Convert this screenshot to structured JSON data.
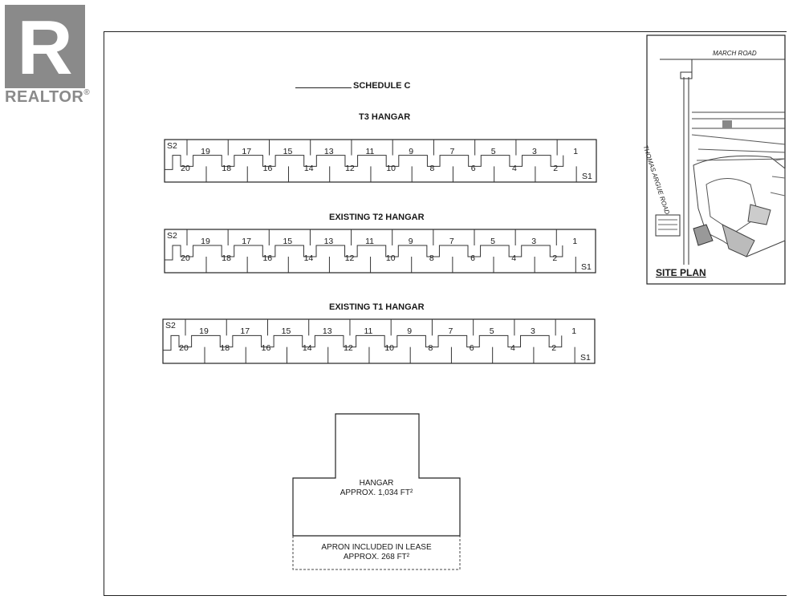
{
  "branding": {
    "logo_letter": "R",
    "name": "REALTOR",
    "mark": "®"
  },
  "schedule": {
    "title": "SCHEDULE C"
  },
  "hangars": [
    {
      "title": "T3 HANGAR",
      "top_units": [
        "19",
        "17",
        "15",
        "13",
        "11",
        "9",
        "7",
        "5",
        "3",
        "1"
      ],
      "bottom_units": [
        "20",
        "18",
        "16",
        "14",
        "12",
        "10",
        "8",
        "6",
        "4",
        "2"
      ],
      "storage_left": "S2",
      "storage_right": "S1"
    },
    {
      "title": "EXISTING T2 HANGAR",
      "top_units": [
        "19",
        "17",
        "15",
        "13",
        "11",
        "9",
        "7",
        "5",
        "3",
        "1"
      ],
      "bottom_units": [
        "20",
        "18",
        "16",
        "14",
        "12",
        "10",
        "8",
        "6",
        "4",
        "2"
      ],
      "storage_left": "S2",
      "storage_right": "S1"
    },
    {
      "title": "EXISTING T1 HANGAR",
      "top_units": [
        "19",
        "17",
        "15",
        "13",
        "11",
        "9",
        "7",
        "5",
        "3",
        "1"
      ],
      "bottom_units": [
        "20",
        "18",
        "16",
        "14",
        "12",
        "10",
        "8",
        "6",
        "4",
        "2"
      ],
      "storage_left": "S2",
      "storage_right": "S1"
    }
  ],
  "unit_detail": {
    "hangar_label": "HANGAR",
    "hangar_area": "APPROX. 1,034 FT²",
    "apron_label": "APRON INCLUDED IN LEASE",
    "apron_area": "APPROX. 268 FT²"
  },
  "site_plan": {
    "title": "SITE PLAN",
    "road_north": "MARCH ROAD",
    "road_west": "THOMAS ARGUE ROAD"
  }
}
